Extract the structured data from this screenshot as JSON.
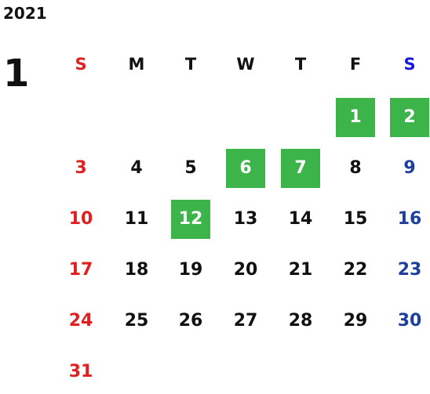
{
  "year": "2021",
  "month": "1",
  "colors": {
    "sunday": "#e02020",
    "saturday_header": "#1a1ad6",
    "saturday": "#1e3f9a",
    "weekday": "#111111",
    "highlight_bg": "#3cb44a",
    "highlight_text": "#ffffff"
  },
  "weekdays": [
    "S",
    "M",
    "T",
    "W",
    "T",
    "F",
    "S"
  ],
  "weeks": [
    [
      {
        "label": "",
        "highlight": false
      },
      {
        "label": "",
        "highlight": false
      },
      {
        "label": "",
        "highlight": false
      },
      {
        "label": "",
        "highlight": false
      },
      {
        "label": "",
        "highlight": false
      },
      {
        "label": "1",
        "highlight": true
      },
      {
        "label": "2",
        "highlight": true
      }
    ],
    [
      {
        "label": "3",
        "highlight": false
      },
      {
        "label": "4",
        "highlight": false
      },
      {
        "label": "5",
        "highlight": false
      },
      {
        "label": "6",
        "highlight": true
      },
      {
        "label": "7",
        "highlight": true
      },
      {
        "label": "8",
        "highlight": false
      },
      {
        "label": "9",
        "highlight": false
      }
    ],
    [
      {
        "label": "10",
        "highlight": false
      },
      {
        "label": "11",
        "highlight": false
      },
      {
        "label": "12",
        "highlight": true
      },
      {
        "label": "13",
        "highlight": false
      },
      {
        "label": "14",
        "highlight": false
      },
      {
        "label": "15",
        "highlight": false
      },
      {
        "label": "16",
        "highlight": false
      }
    ],
    [
      {
        "label": "17",
        "highlight": false
      },
      {
        "label": "18",
        "highlight": false
      },
      {
        "label": "19",
        "highlight": false
      },
      {
        "label": "20",
        "highlight": false
      },
      {
        "label": "21",
        "highlight": false
      },
      {
        "label": "22",
        "highlight": false
      },
      {
        "label": "23",
        "highlight": false
      }
    ],
    [
      {
        "label": "24",
        "highlight": false
      },
      {
        "label": "25",
        "highlight": false
      },
      {
        "label": "26",
        "highlight": false
      },
      {
        "label": "27",
        "highlight": false
      },
      {
        "label": "28",
        "highlight": false
      },
      {
        "label": "29",
        "highlight": false
      },
      {
        "label": "30",
        "highlight": false
      }
    ],
    [
      {
        "label": "31",
        "highlight": false
      },
      {
        "label": "",
        "highlight": false
      },
      {
        "label": "",
        "highlight": false
      },
      {
        "label": "",
        "highlight": false
      },
      {
        "label": "",
        "highlight": false
      },
      {
        "label": "",
        "highlight": false
      },
      {
        "label": "",
        "highlight": false
      }
    ]
  ]
}
